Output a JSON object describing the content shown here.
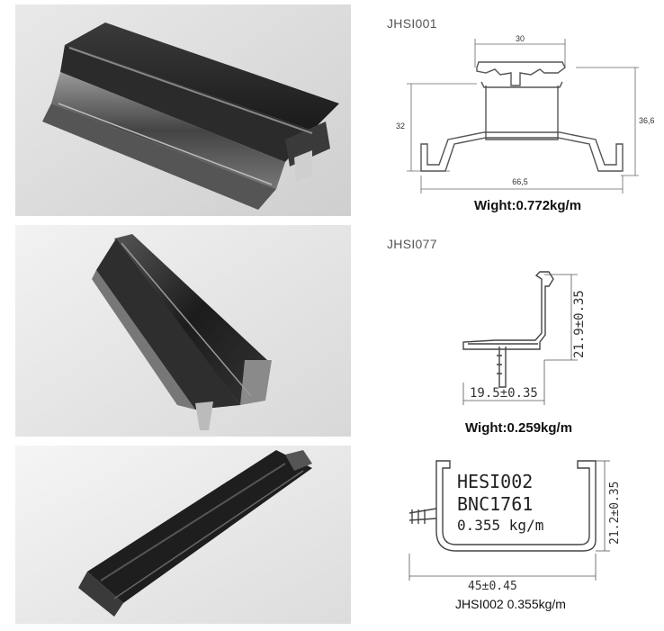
{
  "products": [
    {
      "code": "JHSI001",
      "weight": "Wight:0.772kg/m",
      "dims": {
        "top": "30",
        "left": "32",
        "right": "36,6",
        "bottom": "66,5"
      }
    },
    {
      "code": "JHSI077",
      "weight": "Wight:0.259kg/m",
      "dims": {
        "height": "21.9±0.35",
        "width": "19.5±0.35"
      }
    },
    {
      "code": "JHSI002 0.355kg/m",
      "dims": {
        "height": "21.2±0.35",
        "width": "45±0.45"
      },
      "labels": {
        "line1": "HESI002",
        "line2": "BNC1761",
        "line3": "0.355 kg/m"
      }
    }
  ]
}
